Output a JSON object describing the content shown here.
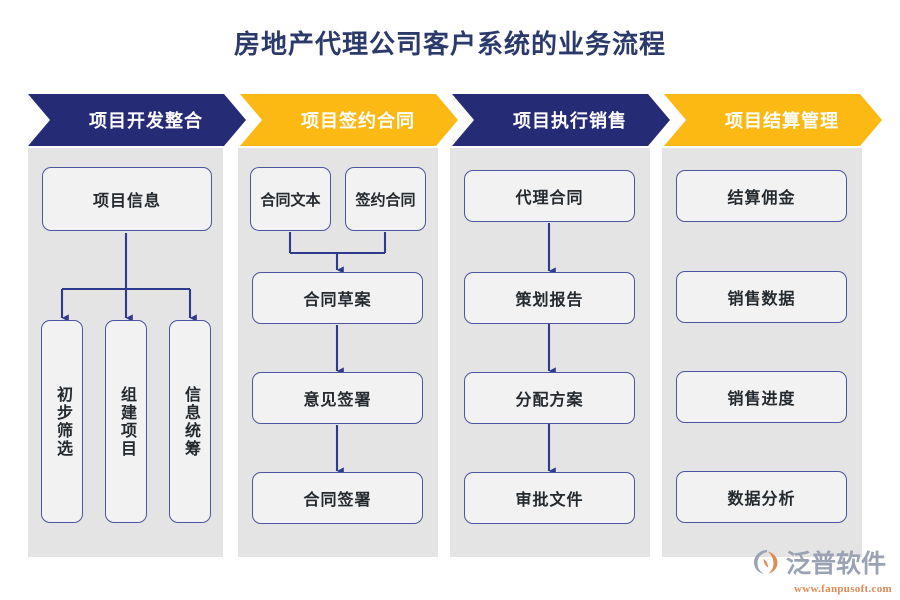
{
  "page": {
    "title": "房地产代理公司客户系统的业务流程",
    "background": "#ffffff"
  },
  "colors": {
    "navy": "#262b76",
    "amber": "#fcb813",
    "panel": "#e4e4e4",
    "node_fill": "#f2f2f2",
    "node_border": "#4d55a0",
    "title_text": "#2b3a6b",
    "connector": "#2e3a8c",
    "logo_text": "#9aa3b4",
    "logo_url": "#e08a54",
    "logo_mark_orange": "#e08a54",
    "logo_mark_grey": "#9aa3b4"
  },
  "columns": [
    {
      "id": "col-1",
      "header": "项目开发整合",
      "header_style": "navy",
      "nodes": [
        {
          "id": "c1-n1",
          "label": "项目信息",
          "orientation": "horizontal"
        },
        {
          "id": "c1-n2",
          "label": "初步筛选",
          "orientation": "vertical"
        },
        {
          "id": "c1-n3",
          "label": "组建项目",
          "orientation": "vertical"
        },
        {
          "id": "c1-n4",
          "label": "信息统筹",
          "orientation": "vertical"
        }
      ]
    },
    {
      "id": "col-2",
      "header": "项目签约合同",
      "header_style": "amber",
      "nodes": [
        {
          "id": "c2-n1",
          "label": "合同文本",
          "orientation": "horizontal"
        },
        {
          "id": "c2-n2",
          "label": "签约合同",
          "orientation": "horizontal"
        },
        {
          "id": "c2-n3",
          "label": "合同草案",
          "orientation": "horizontal"
        },
        {
          "id": "c2-n4",
          "label": "意见签署",
          "orientation": "horizontal"
        },
        {
          "id": "c2-n5",
          "label": "合同签署",
          "orientation": "horizontal"
        }
      ]
    },
    {
      "id": "col-3",
      "header": "项目执行销售",
      "header_style": "navy",
      "nodes": [
        {
          "id": "c3-n1",
          "label": "代理合同",
          "orientation": "horizontal"
        },
        {
          "id": "c3-n2",
          "label": "策划报告",
          "orientation": "horizontal"
        },
        {
          "id": "c3-n3",
          "label": "分配方案",
          "orientation": "horizontal"
        },
        {
          "id": "c3-n4",
          "label": "审批文件",
          "orientation": "horizontal"
        }
      ]
    },
    {
      "id": "col-4",
      "header": "项目结算管理",
      "header_style": "amber",
      "nodes": [
        {
          "id": "c4-n1",
          "label": "结算佣金",
          "orientation": "horizontal"
        },
        {
          "id": "c4-n2",
          "label": "销售数据",
          "orientation": "horizontal"
        },
        {
          "id": "c4-n3",
          "label": "销售进度",
          "orientation": "horizontal"
        },
        {
          "id": "c4-n4",
          "label": "数据分析",
          "orientation": "horizontal"
        }
      ]
    }
  ],
  "logo": {
    "name": "泛普软件",
    "url": "www.fanpusoft.com"
  }
}
